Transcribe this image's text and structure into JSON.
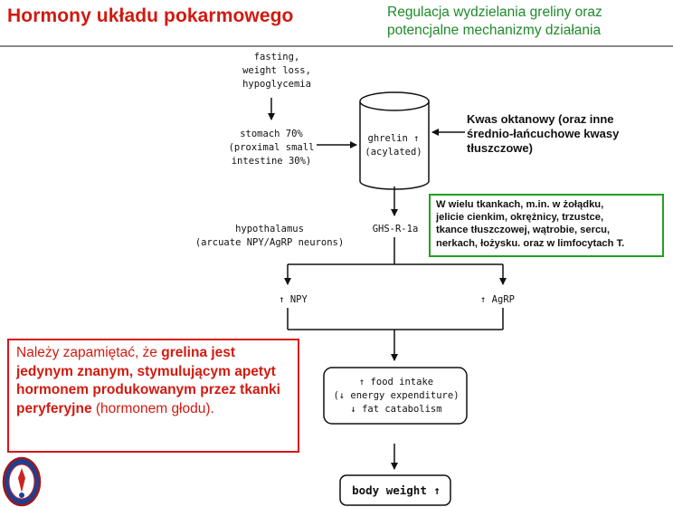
{
  "header": {
    "title": "Hormony układu pokarmowego",
    "subtitle_line1": "Regulacja wydzielania greliny oraz",
    "subtitle_line2": "potencjalne mechanizmy działania"
  },
  "diagram": {
    "fasting": [
      "fasting,",
      "weight loss,",
      "hypoglycemia"
    ],
    "stomach": [
      "stomach 70%",
      "(proximal small",
      "intestine 30%)"
    ],
    "ghrelin": [
      "ghrelin ↑",
      "(acylated)"
    ],
    "kwas": [
      "Kwas oktanowy (oraz inne",
      "średnio-łańcuchowe kwasy",
      "tłuszczowe)"
    ],
    "tissues": [
      "W wielu tkankach, m.in. w żołądku,",
      "jelicie cienkim, okrężnicy, trzustce,",
      "tkance tłuszczowej, wątrobie, sercu,",
      "nerkach, łożysku. oraz w limfocytach T."
    ],
    "hypothalamus": [
      "hypothalamus",
      "(arcuate NPY/AgRP neurons)"
    ],
    "receptor": "GHS-R-1a",
    "npy": "↑ NPY",
    "agrp": "↑ AgRP",
    "outcomes": [
      "↑ food intake",
      "(↓ energy expenditure)",
      "↓ fat catabolism"
    ],
    "body_weight": "body weight ↑"
  },
  "memo": {
    "part1": "Należy zapamiętać, że ",
    "bold": "grelina jest jedynym znanym, stymulującym apetyt hormonem produkowanym przez tkanki peryferyjne",
    "part2": " (hormonem głodu)."
  },
  "colors": {
    "title_red": "#d11a10",
    "subtitle_green": "#1f8a2a",
    "memo_border": "#d8141a",
    "tissues_border": "#22a022"
  },
  "logo": {
    "icon": "university-seal-icon"
  }
}
